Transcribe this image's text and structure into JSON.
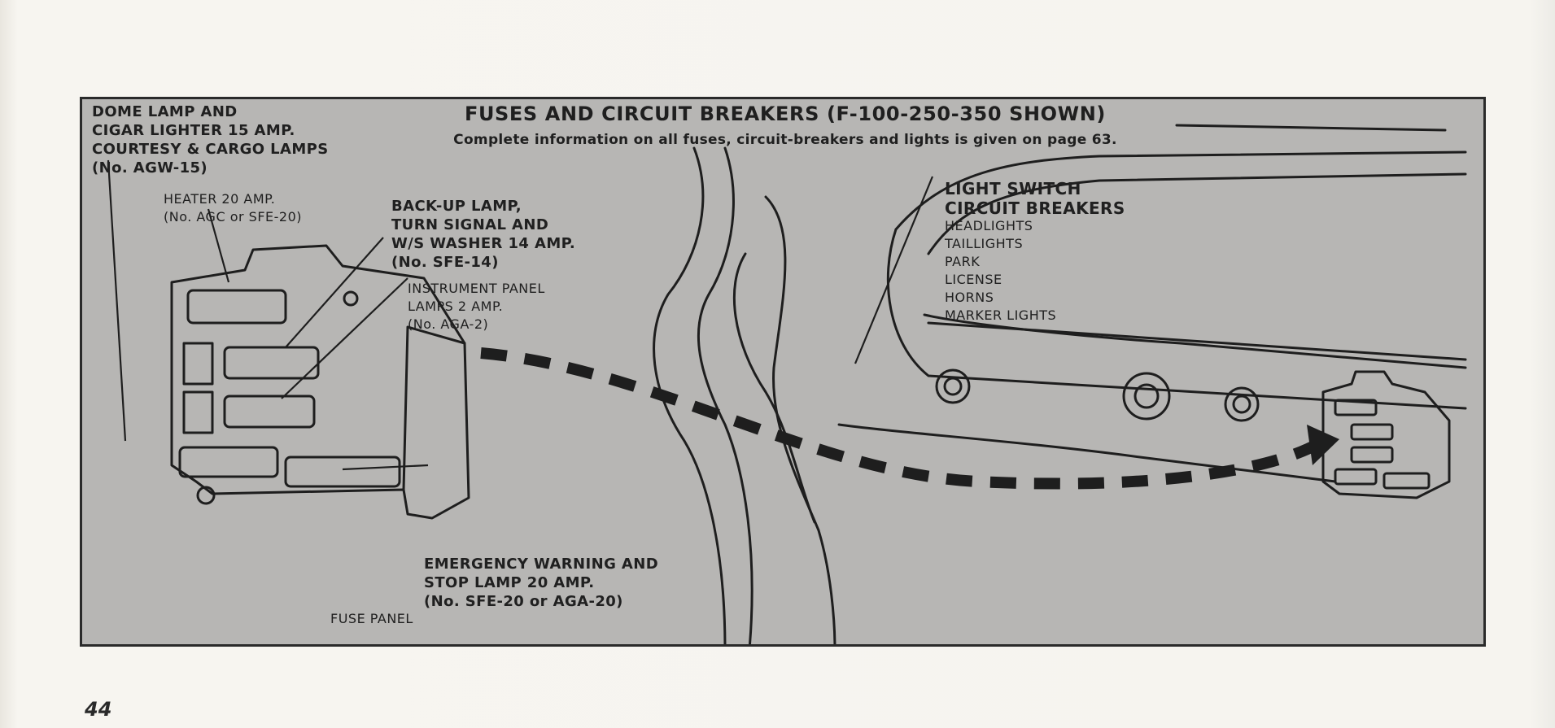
{
  "figure": {
    "title": "FUSES AND CIRCUIT BREAKERS (F-100-250-350 SHOWN)",
    "subtitle": "Complete information on all fuses, circuit-breakers and lights is given on page 63."
  },
  "labels": {
    "dome_lamp": "DOME LAMP AND\nCIGAR LIGHTER 15 AMP.\nCOURTESY & CARGO LAMPS\n(No. AGW-15)",
    "heater": "HEATER 20 AMP.\n(No. AGC or SFE-20)",
    "backup_lamp": "BACK-UP LAMP,\nTURN SIGNAL AND\nW/S WASHER 14 AMP.\n(No. SFE-14)",
    "instrument_panel": "INSTRUMENT PANEL\nLAMPS 2 AMP.\n(No. AGA-2)",
    "emergency": "EMERGENCY WARNING AND\nSTOP LAMP 20 AMP.\n(No. SFE-20 or AGA-20)",
    "fuse_panel": "FUSE PANEL",
    "light_switch_title": "LIGHT SWITCH\nCIRCUIT BREAKERS",
    "light_switch_items": "HEADLIGHTS\nTAILLIGHTS\nPARK\nLICENSE\nHORNS\nMARKER LIGHTS"
  },
  "page_number": "44"
}
